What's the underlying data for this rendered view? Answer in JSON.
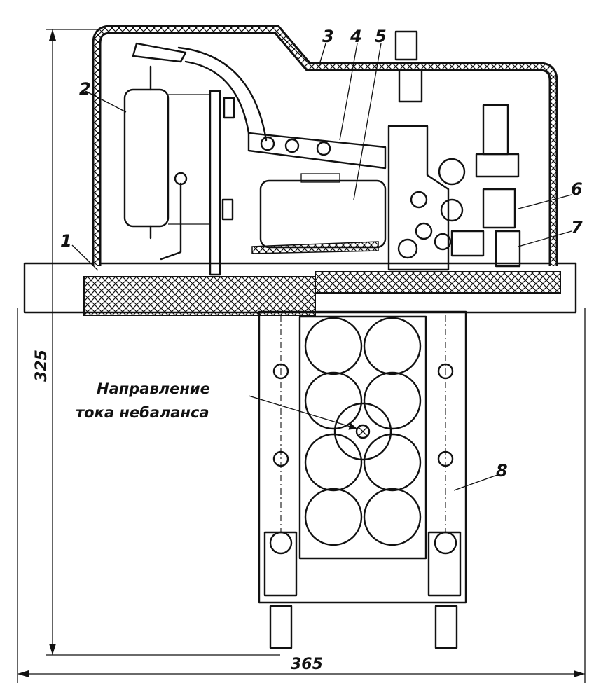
{
  "dimensions": {
    "height": "325",
    "width": "365"
  },
  "callouts": [
    "1",
    "2",
    "3",
    "4",
    "5",
    "6",
    "7",
    "8"
  ],
  "caption": {
    "line1": "Направление",
    "line2": "тока небаланса"
  }
}
